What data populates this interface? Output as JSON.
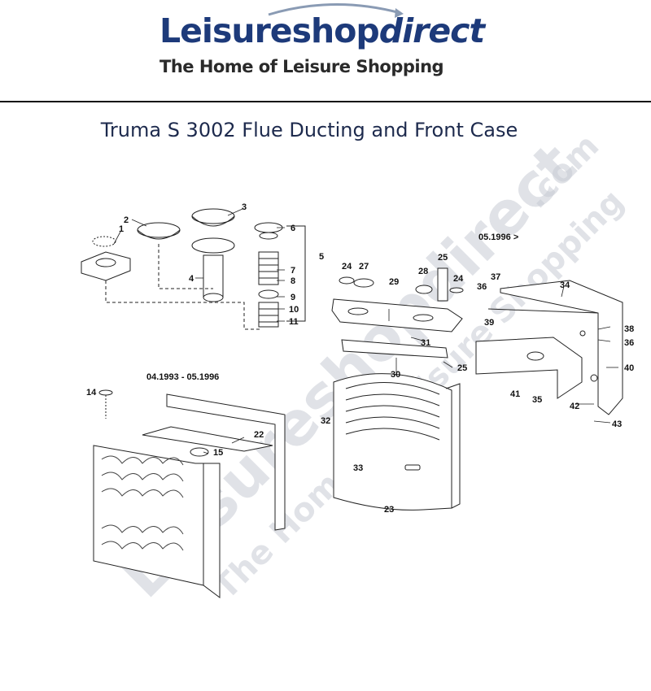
{
  "logo": {
    "brand_bold": "Leisureshop",
    "brand_italic": "direct",
    "tagline": "The Home of Leisure Shopping"
  },
  "title": "Truma S 3002 Flue Ducting and Front Case",
  "watermark": {
    "line1": "Leisureshopdirect",
    "suffix": ".com",
    "line2": "The Home of Leisure Shopping"
  },
  "dates": {
    "old_case": "04.1993 - 05.1996",
    "new_case": "05.1996 >"
  },
  "part_numbers": [
    "1",
    "2",
    "3",
    "4",
    "5",
    "6",
    "7",
    "8",
    "9",
    "10",
    "11",
    "14",
    "15",
    "22",
    "23",
    "24",
    "24",
    "25",
    "25",
    "27",
    "28",
    "29",
    "30",
    "31",
    "32",
    "33",
    "34",
    "35",
    "36",
    "36",
    "37",
    "38",
    "39",
    "40",
    "41",
    "42",
    "43"
  ],
  "colors": {
    "brand_blue": "#1d3a7a",
    "title_navy": "#1d2a4d"
  }
}
